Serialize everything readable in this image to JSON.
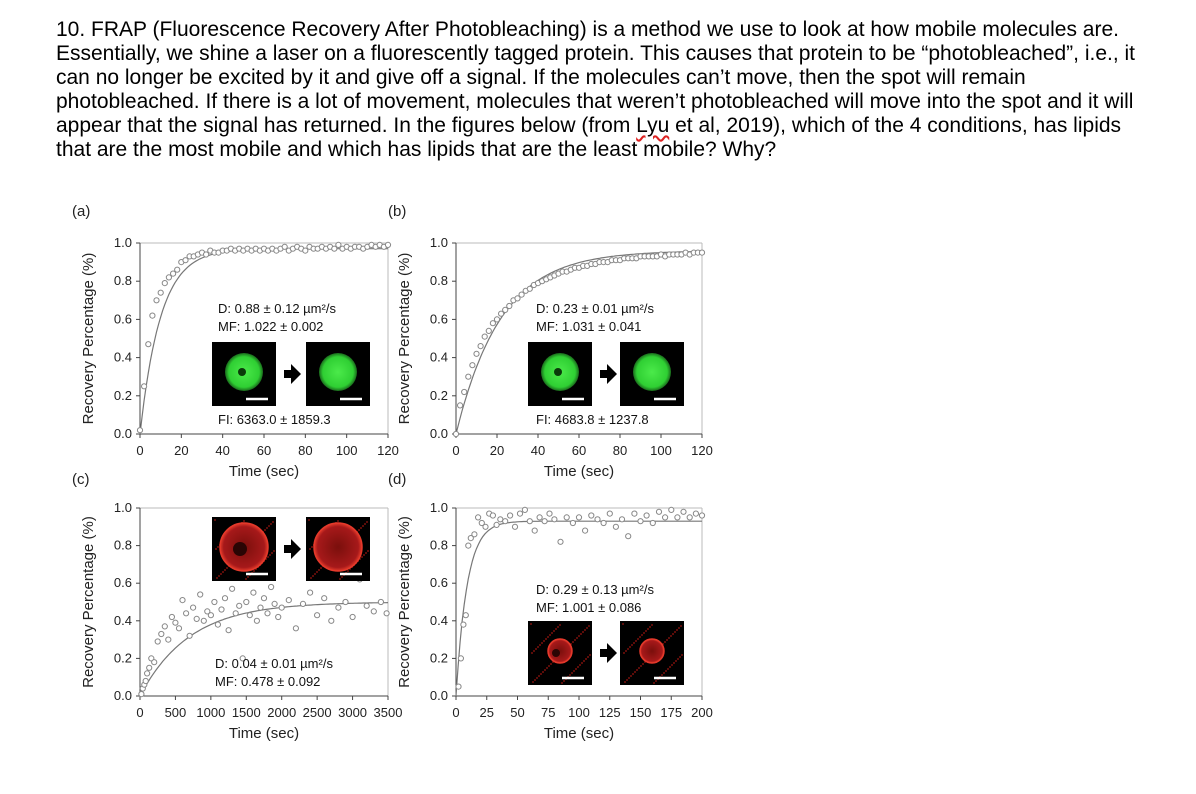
{
  "question": {
    "before": "10. FRAP (Fluorescence Recovery After Photobleaching) is a method we use to look at how mobile molecules are. Essentially, we shine a laser on a fluorescently tagged protein. This causes that protein to be “photobleached”, i.e., it can no longer be excited by it and give off a signal. If the molecules can’t move, then the spot will remain photobleached. If there is a lot of movement, molecules that weren’t photobleached will move into the spot and it will appear that the signal has returned. In the figures below (from ",
    "flagged": "Lyu",
    "after": " et al, 2019), which of the 4 conditions, has lipids that are the most mobile and which has lipids that are the least mobile? Why?"
  },
  "colors": {
    "green": "#39d23a",
    "red": "#d82a22",
    "marker": "#888888",
    "fit": "#777777"
  },
  "chart_data": [
    {
      "type": "scatter",
      "panel": "(a)",
      "xlabel": "Time (sec)",
      "ylabel": "Recovery Percentage (%)",
      "xlim": [
        0,
        120
      ],
      "ylim": [
        0,
        1.0
      ],
      "xticks": [
        "0",
        "20",
        "40",
        "60",
        "80",
        "100",
        "120"
      ],
      "yticks": [
        "0.0",
        "0.2",
        "0.4",
        "0.6",
        "0.8",
        "1.0"
      ],
      "annotations": [
        "D: 0.88 ± 0.12 µm²/s",
        "MF: 1.022 ± 0.002"
      ],
      "footer": "FI: 6363.0 ± 1859.3",
      "tau": 10,
      "plateau": 0.97,
      "x": [
        0,
        2,
        4,
        6,
        8,
        10,
        12,
        14,
        16,
        18,
        20,
        22,
        24,
        26,
        28,
        30,
        32,
        34,
        36,
        38,
        40,
        42,
        44,
        46,
        48,
        50,
        52,
        54,
        56,
        58,
        60,
        62,
        64,
        66,
        68,
        70,
        72,
        74,
        76,
        78,
        80,
        82,
        84,
        86,
        88,
        90,
        92,
        94,
        96,
        98,
        100,
        102,
        104,
        106,
        108,
        110,
        112,
        114,
        116,
        118,
        120
      ],
      "y": [
        0.02,
        0.25,
        0.47,
        0.62,
        0.7,
        0.74,
        0.79,
        0.82,
        0.84,
        0.86,
        0.9,
        0.91,
        0.93,
        0.93,
        0.94,
        0.95,
        0.94,
        0.96,
        0.95,
        0.95,
        0.96,
        0.96,
        0.97,
        0.96,
        0.97,
        0.96,
        0.97,
        0.96,
        0.97,
        0.96,
        0.97,
        0.96,
        0.97,
        0.96,
        0.97,
        0.98,
        0.96,
        0.97,
        0.98,
        0.97,
        0.96,
        0.98,
        0.97,
        0.97,
        0.98,
        0.97,
        0.98,
        0.97,
        0.99,
        0.97,
        0.98,
        0.97,
        0.98,
        0.98,
        0.97,
        0.98,
        0.99,
        0.98,
        0.99,
        0.98,
        0.99
      ]
    },
    {
      "type": "scatter",
      "panel": "(b)",
      "xlabel": "Time (sec)",
      "ylabel": "Recovery Percentage (%)",
      "xlim": [
        0,
        120
      ],
      "ylim": [
        0,
        1.0
      ],
      "xticks": [
        "0",
        "20",
        "40",
        "60",
        "80",
        "100",
        "120"
      ],
      "yticks": [
        "0.0",
        "0.2",
        "0.4",
        "0.6",
        "0.8",
        "1.0"
      ],
      "annotations": [
        "D: 0.23 ± 0.01 µm²/s",
        "MF: 1.031 ± 0.041"
      ],
      "footer": "FI: 4683.8 ± 1237.8",
      "tau": 22,
      "plateau": 0.96,
      "x": [
        0,
        2,
        4,
        6,
        8,
        10,
        12,
        14,
        16,
        18,
        20,
        22,
        24,
        26,
        28,
        30,
        32,
        34,
        36,
        38,
        40,
        42,
        44,
        46,
        48,
        50,
        52,
        54,
        56,
        58,
        60,
        62,
        64,
        66,
        68,
        70,
        72,
        74,
        76,
        78,
        80,
        82,
        84,
        86,
        88,
        90,
        92,
        94,
        96,
        98,
        100,
        102,
        104,
        106,
        108,
        110,
        112,
        114,
        116,
        118,
        120
      ],
      "y": [
        0.0,
        0.15,
        0.22,
        0.3,
        0.36,
        0.42,
        0.46,
        0.51,
        0.54,
        0.58,
        0.6,
        0.63,
        0.65,
        0.67,
        0.7,
        0.71,
        0.73,
        0.75,
        0.76,
        0.78,
        0.79,
        0.8,
        0.81,
        0.82,
        0.83,
        0.84,
        0.85,
        0.85,
        0.86,
        0.87,
        0.87,
        0.88,
        0.88,
        0.89,
        0.89,
        0.9,
        0.9,
        0.9,
        0.91,
        0.91,
        0.91,
        0.92,
        0.92,
        0.92,
        0.92,
        0.93,
        0.93,
        0.93,
        0.93,
        0.93,
        0.94,
        0.93,
        0.94,
        0.94,
        0.94,
        0.94,
        0.95,
        0.94,
        0.95,
        0.95,
        0.95
      ]
    },
    {
      "type": "scatter",
      "panel": "(c)",
      "xlabel": "Time (sec)",
      "ylabel": "Recovery Percentage (%)",
      "xlim": [
        0,
        3500
      ],
      "ylim": [
        0,
        1.0
      ],
      "xticks": [
        "0",
        "500",
        "1000",
        "1500",
        "2000",
        "2500",
        "3000",
        "3500"
      ],
      "yticks": [
        "0.0",
        "0.2",
        "0.4",
        "0.6",
        "0.8",
        "1.0"
      ],
      "annotations": [
        "D: 0.04 ± 0.01 µm²/s",
        "MF: 0.478 ± 0.092"
      ],
      "footer": "",
      "tau": 700,
      "plateau": 0.5,
      "x": [
        20,
        40,
        60,
        80,
        100,
        130,
        160,
        200,
        250,
        300,
        350,
        400,
        450,
        500,
        550,
        600,
        650,
        700,
        750,
        800,
        850,
        900,
        950,
        1000,
        1050,
        1100,
        1150,
        1200,
        1250,
        1300,
        1350,
        1400,
        1450,
        1500,
        1550,
        1600,
        1650,
        1700,
        1750,
        1800,
        1850,
        1900,
        1950,
        2000,
        2100,
        2200,
        2300,
        2400,
        2500,
        2600,
        2700,
        2800,
        2900,
        3000,
        3100,
        3200,
        3300,
        3400,
        3480
      ],
      "y": [
        0.01,
        0.04,
        0.06,
        0.08,
        0.12,
        0.15,
        0.2,
        0.18,
        0.29,
        0.33,
        0.37,
        0.3,
        0.42,
        0.39,
        0.36,
        0.51,
        0.44,
        0.32,
        0.47,
        0.41,
        0.54,
        0.4,
        0.45,
        0.43,
        0.5,
        0.38,
        0.46,
        0.52,
        0.35,
        0.57,
        0.44,
        0.48,
        0.2,
        0.5,
        0.43,
        0.55,
        0.4,
        0.47,
        0.52,
        0.44,
        0.58,
        0.49,
        0.42,
        0.47,
        0.51,
        0.36,
        0.49,
        0.55,
        0.43,
        0.52,
        0.4,
        0.47,
        0.5,
        0.42,
        0.62,
        0.48,
        0.45,
        0.5,
        0.44
      ]
    },
    {
      "type": "scatter",
      "panel": "(d)",
      "xlabel": "Time (sec)",
      "ylabel": "Recovery Percentage (%)",
      "xlim": [
        0,
        200
      ],
      "ylim": [
        0,
        1.0
      ],
      "xticks": [
        "0",
        "25",
        "50",
        "75",
        "100",
        "125",
        "150",
        "175",
        "200"
      ],
      "yticks": [
        "0.0",
        "0.2",
        "0.4",
        "0.6",
        "0.8",
        "1.0"
      ],
      "annotations": [
        "D: 0.29 ± 0.13 µm²/s",
        "MF: 1.001 ± 0.086"
      ],
      "footer": "",
      "tau": 9,
      "plateau": 0.93,
      "x": [
        2,
        4,
        6,
        8,
        10,
        12,
        15,
        18,
        21,
        24,
        27,
        30,
        33,
        36,
        40,
        44,
        48,
        52,
        56,
        60,
        64,
        68,
        72,
        76,
        80,
        85,
        90,
        95,
        100,
        105,
        110,
        115,
        120,
        125,
        130,
        135,
        140,
        145,
        150,
        155,
        160,
        165,
        170,
        175,
        180,
        185,
        190,
        195,
        200
      ],
      "y": [
        0.05,
        0.2,
        0.38,
        0.43,
        0.8,
        0.84,
        0.86,
        0.95,
        0.92,
        0.9,
        0.97,
        0.96,
        0.91,
        0.94,
        0.93,
        0.96,
        0.9,
        0.97,
        0.99,
        0.93,
        0.88,
        0.95,
        0.93,
        0.97,
        0.94,
        0.82,
        0.95,
        0.92,
        0.95,
        0.88,
        0.96,
        0.94,
        0.92,
        0.97,
        0.9,
        0.94,
        0.85,
        0.97,
        0.93,
        0.96,
        0.92,
        0.98,
        0.95,
        0.99,
        0.95,
        0.98,
        0.95,
        0.97,
        0.96
      ]
    }
  ],
  "insets": [
    {
      "id": "a",
      "color": "green",
      "bleached": true
    },
    {
      "id": "b",
      "color": "green",
      "bleached": true
    },
    {
      "id": "c",
      "color": "red",
      "bleached": true
    },
    {
      "id": "d",
      "color": "red",
      "bleached": true
    }
  ]
}
